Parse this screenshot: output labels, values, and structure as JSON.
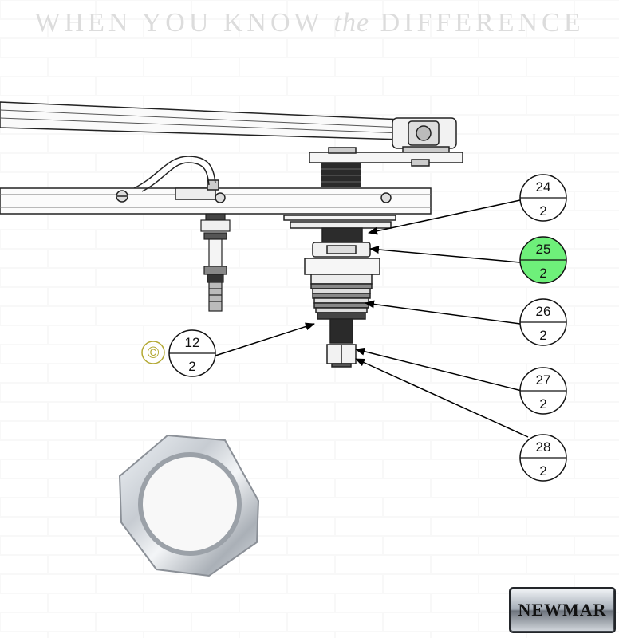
{
  "header": {
    "part1": "WHEN YOU KNOW",
    "part2": "the",
    "part3": "DIFFERENCE"
  },
  "callouts": [
    {
      "item": "24",
      "qty": "2",
      "highlighted": false
    },
    {
      "item": "25",
      "qty": "2",
      "highlighted": true
    },
    {
      "item": "26",
      "qty": "2",
      "highlighted": false
    },
    {
      "item": "12",
      "qty": "2",
      "highlighted": false
    },
    {
      "item": "27",
      "qty": "2",
      "highlighted": false
    },
    {
      "item": "28",
      "qty": "2",
      "highlighted": false
    }
  ],
  "copyright_symbol": "©",
  "highlight_color": "#6ef07a",
  "copyright_color": "#b3a832",
  "logo": {
    "text": "NEWMAR"
  },
  "photo": {
    "icon": "hex-nut-photo"
  }
}
